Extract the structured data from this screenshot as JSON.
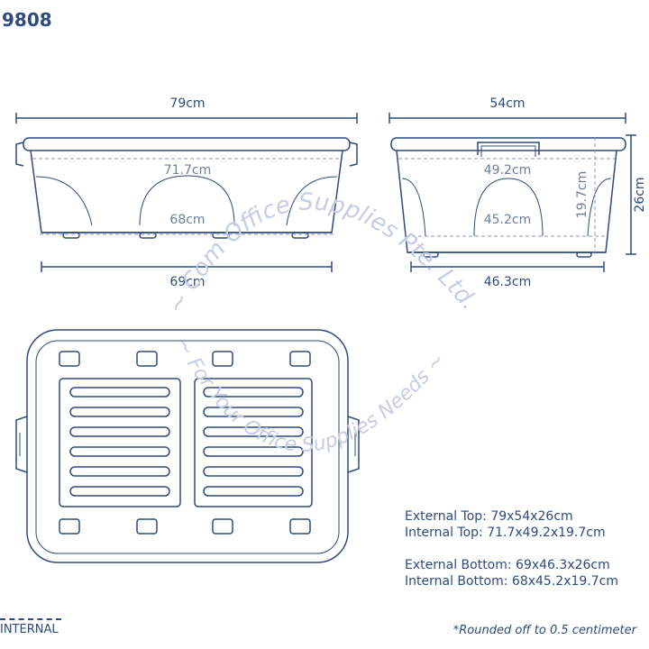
{
  "title": "9808",
  "dimensions": {
    "side_top_width": "79cm",
    "side_internal_top": "71.7cm",
    "side_internal_bottom": "68cm",
    "side_bottom_width": "69cm",
    "end_top_width": "54cm",
    "end_internal_top": "49.2cm",
    "end_internal_bottom": "45.2cm",
    "end_internal_height": "19.7cm",
    "end_height": "26cm",
    "end_bottom_width": "46.3cm"
  },
  "specs": {
    "external_top": "External Top: 79x54x26cm",
    "internal_top": "Internal Top: 71.7x49.2x19.7cm",
    "external_bottom": "External Bottom: 69x46.3x26cm",
    "internal_bottom": "Internal Bottom: 68x45.2x19.7cm"
  },
  "legend": {
    "label": "INTERNAL"
  },
  "note": "*Rounded off to 0.5 centimeter",
  "watermark": {
    "line1": "~ Com Office Supplies Pte. Ltd. ~",
    "line2": "~ For Your Office Supplies Needs ~"
  },
  "colors": {
    "line": "#2e4a7e",
    "dashed": "#8a9ab8",
    "watermark": "#c5cde6"
  }
}
